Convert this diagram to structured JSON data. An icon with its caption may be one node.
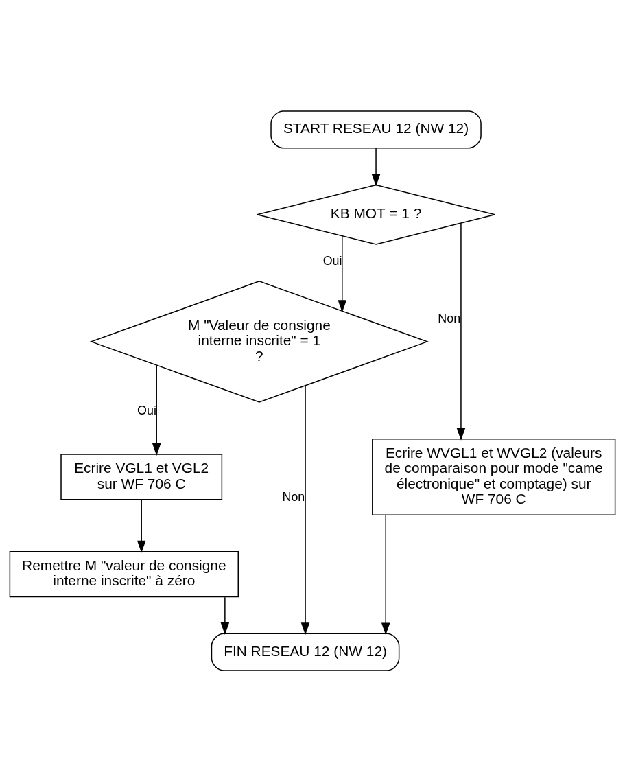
{
  "diagram": {
    "nodes": [
      {
        "text": [
          "START RESEAU 12 (NW 12)"
        ]
      },
      {
        "text": [
          "KB MOT = 1 ?"
        ]
      },
      {
        "text": [
          "M \"Valeur de consigne interne inscrite\" = 1 ?"
        ]
      },
      {
        "text": [
          "Ecrire VGL1 et VGL2 sur WF 706 C"
        ]
      },
      {
        "text": [
          "Remettre M \"valeur de consigne interne inscrite\" à zéro"
        ]
      },
      {
        "text": [
          "Ecrire WVGL1 et WVGL2 (valeurs de comparaison pour mode \"came électronique\" et comptage) sur WF 706 C"
        ]
      },
      {
        "text": [
          "FIN RESEAU 12 (NW 12)"
        ]
      }
    ],
    "edges": [
      {
        "from": 0,
        "to": 1,
        "arrow": "to"
      },
      {
        "from": 1,
        "to": 2,
        "arrow": "to",
        "label": "Oui"
      },
      {
        "from": 1,
        "to": 5,
        "arrow": "to",
        "label": "Non"
      },
      {
        "from": 2,
        "to": 3,
        "arrow": "to",
        "label": "Oui"
      },
      {
        "from": 3,
        "to": 4,
        "arrow": "to"
      },
      {
        "from": 2,
        "to": 6,
        "arrow": "to",
        "label": "Non"
      },
      {
        "from": 4,
        "to": 6,
        "arrow": "to"
      },
      {
        "from": 5,
        "to": 6,
        "arrow": "to"
      }
    ]
  }
}
